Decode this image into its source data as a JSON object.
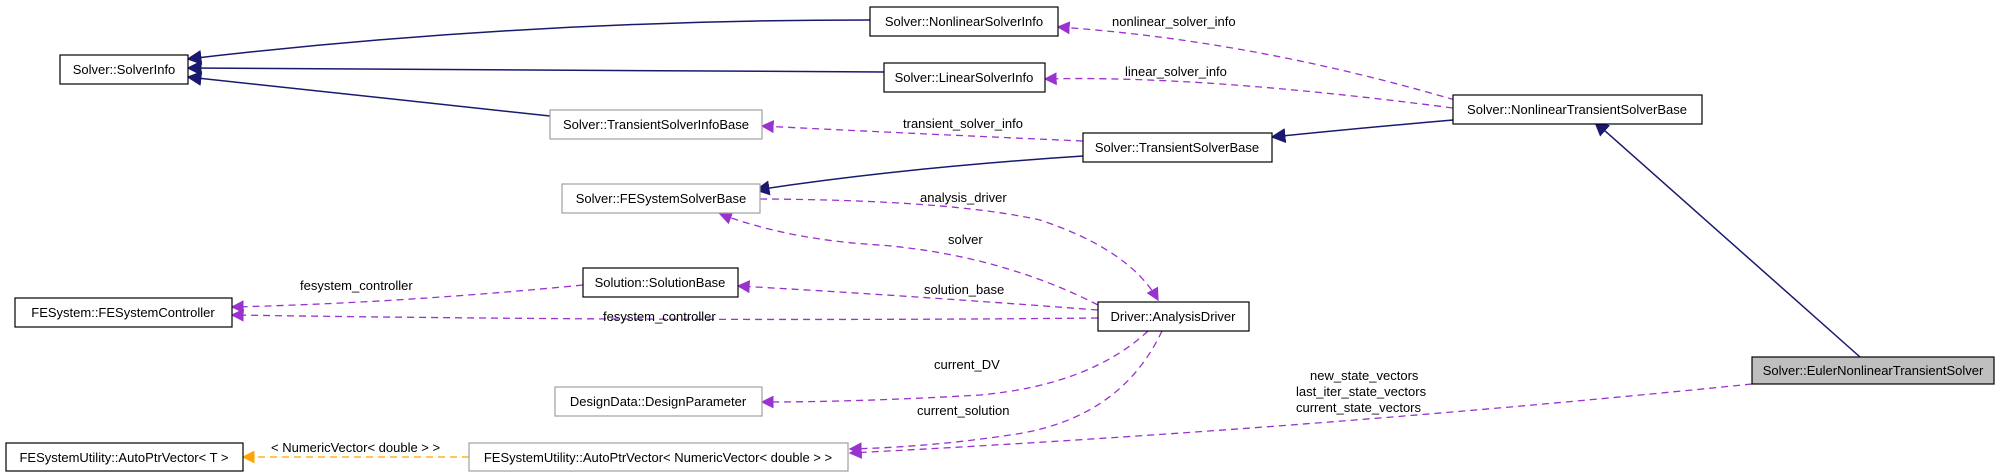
{
  "colors": {
    "inheritance": "#191970",
    "usage": "#9a32cd",
    "template": "#ffa500",
    "highlight_fill": "#bfbfbf"
  },
  "nodes": {
    "solverinfo": "Solver::SolverInfo",
    "nonlinearsolverinfo": "Solver::NonlinearSolverInfo",
    "linearsolverinfo": "Solver::LinearSolverInfo",
    "transientsolverinfobase": "Solver::TransientSolverInfoBase",
    "transientsolverbase": "Solver::TransientSolverBase",
    "nonlineartransientsolverbase": "Solver::NonlinearTransientSolverBase",
    "eulernonlineartransientsolver": "Solver::EulerNonlinearTransientSolver",
    "fesystemsolverbase": "Solver::FESystemSolverBase",
    "solutionbase": "Solution::SolutionBase",
    "fesystemcontroller": "FESystem::FESystemController",
    "analysisdriver": "Driver::AnalysisDriver",
    "designparameter": "DesignData::DesignParameter",
    "autoptrvector_t": "FESystemUtility::AutoPtrVector< T >",
    "autoptrvector_numeric": "FESystemUtility::AutoPtrVector< NumericVector< double > >"
  },
  "edge_labels": {
    "nonlinear_solver_info": "nonlinear_solver_info",
    "linear_solver_info": "linear_solver_info",
    "transient_solver_info": "transient_solver_info",
    "analysis_driver": "analysis_driver",
    "solver": "solver",
    "fesystem_controller_1": "fesystem_controller",
    "fesystem_controller_2": "fesystem_controller",
    "solution_base": "solution_base",
    "current_dv": "current_DV",
    "current_solution": "current_solution",
    "template_args": "< NumericVector< double > >",
    "state_vectors_1": "new_state_vectors",
    "state_vectors_2": "last_iter_state_vectors",
    "state_vectors_3": "current_state_vectors"
  }
}
